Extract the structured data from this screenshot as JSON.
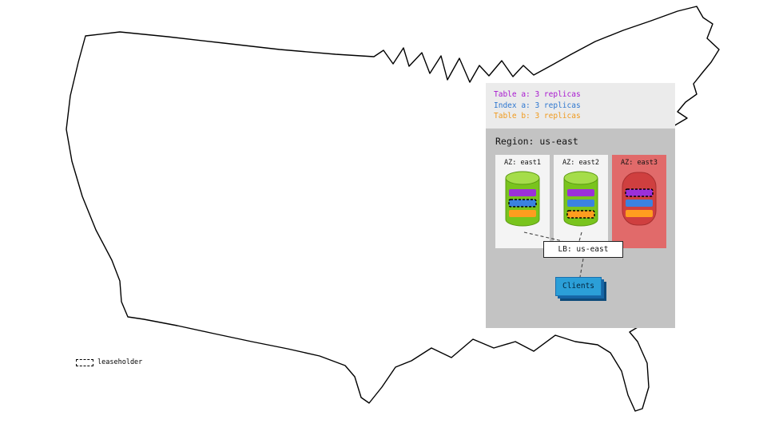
{
  "replica_legend": {
    "items": [
      {
        "name": "table-a",
        "label": "Table a: 3 replicas",
        "color": "#a818cf"
      },
      {
        "name": "index-a",
        "label": "Index a: 3 replicas",
        "color": "#2e77d0"
      },
      {
        "name": "table-b",
        "label": "Table b: 3 replicas",
        "color": "#f09a1d"
      }
    ]
  },
  "region": {
    "title": "Region: us-east",
    "azs": [
      {
        "label": "AZ: east1",
        "status": "up",
        "leaseholder_band": "index-a"
      },
      {
        "label": "AZ: east2",
        "status": "up",
        "leaseholder_band": "table-b"
      },
      {
        "label": "AZ: east3",
        "status": "down",
        "leaseholder_band": "table-a"
      }
    ],
    "load_balancer": {
      "label": "LB: us-east"
    },
    "clients": {
      "label": "Clients"
    }
  },
  "map_legend": {
    "leaseholder_label": "leaseholder"
  },
  "colors": {
    "table_a_band": "#9b30d9",
    "index_a_band": "#3b82e0",
    "table_b_band": "#ff9d1f",
    "cylinder_body": "#79c41d",
    "cylinder_top": "#a5dd4a",
    "az_up_bg": "#f4f4f4",
    "az_down_bg": "#e16a6a",
    "az_down_cylinder": "#cf3f3f",
    "region_bg": "#c3c3c3",
    "legend_bg": "#ebebeb",
    "clients_bg": "#2b9fd8"
  }
}
